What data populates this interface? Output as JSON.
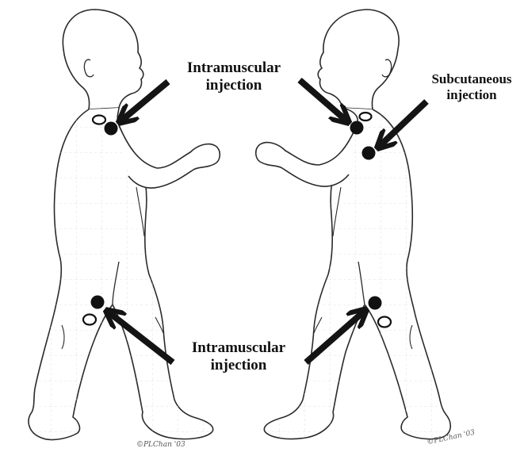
{
  "labels": {
    "intramuscular_top": [
      "Intramuscular",
      "injection"
    ],
    "subcutaneous": [
      "Subcutaneous",
      "injection"
    ],
    "intramuscular_bottom": [
      "Intramuscular",
      "injection"
    ]
  },
  "signatures": {
    "left": "©PLChan '03",
    "right": "©PLChan '03"
  },
  "colors": {
    "outline": "#2a2a2a",
    "arrow": "#141414",
    "grid": "#d6d6d6",
    "marker": "#111111"
  }
}
